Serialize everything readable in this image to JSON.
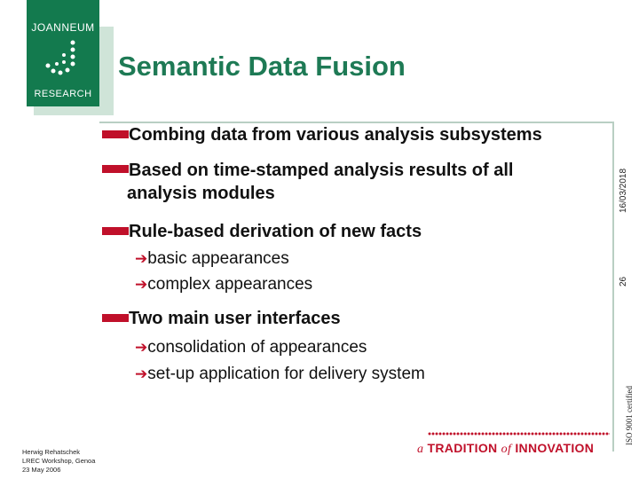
{
  "logo": {
    "top": "JOANNEUM",
    "bottom": "RESEARCH"
  },
  "title": "Semantic Data Fusion",
  "side": {
    "date": "16/03/2018",
    "page": "26",
    "iso": "ISO 9001 certified"
  },
  "bullets": {
    "b1": "Combing data from various analysis subsystems",
    "b2_line1": "Based on time-stamped analysis results of all",
    "b2_line2": "analysis modules",
    "b3": "Rule-based derivation of new facts",
    "b3_sub1": "basic appearances",
    "b3_sub2": "complex appearances",
    "b4": "Two main user interfaces",
    "b4_sub1": "consolidation of appearances",
    "b4_sub2": "set-up application for delivery system"
  },
  "footer": {
    "line1": "Herwig Rehatschek",
    "line2": "LREC Workshop, Genoa",
    "line3": "23 May 2006"
  },
  "tradition": {
    "a": "a",
    "t": "TRADITION",
    "of": "of",
    "i": "INNOVATION"
  },
  "colors": {
    "brand_green": "#137a4e",
    "title_green": "#1e7a55",
    "accent_red": "#c0102a"
  }
}
